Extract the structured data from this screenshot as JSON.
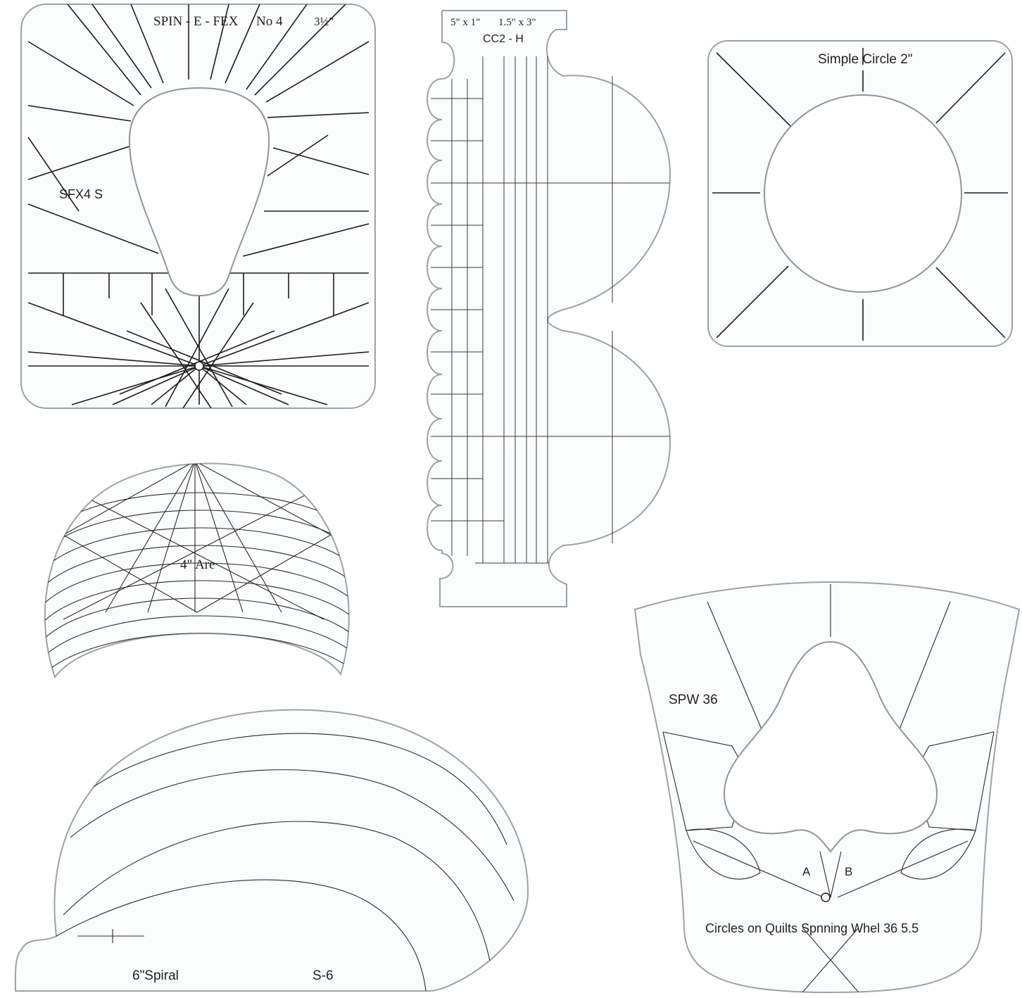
{
  "image": {
    "background_color": "#ffffff",
    "ruler_outline_color": "#9aa3a6",
    "line_color": "#1e1e1e"
  },
  "rulers": {
    "spin_e_fex": {
      "title": "SPIN - E - FEX",
      "number": "No 4",
      "size": "3½\"",
      "code": "SFX4 S"
    },
    "cc2_h": {
      "size_left": "5\" x 1\"",
      "size_right": "1.5\" x 3\"",
      "code": "CC2 - H"
    },
    "simple_circle": {
      "title": "Simple Circle 2\""
    },
    "arc": {
      "label": "4\" Are"
    },
    "spiral": {
      "label": "6\"Spiral",
      "code": "S-6"
    },
    "spinning_wheel": {
      "code": "SPW 36",
      "marker_a": "A",
      "marker_b": "B",
      "caption": "Circles on Quilts Spnning Whel 36 5.5"
    }
  }
}
